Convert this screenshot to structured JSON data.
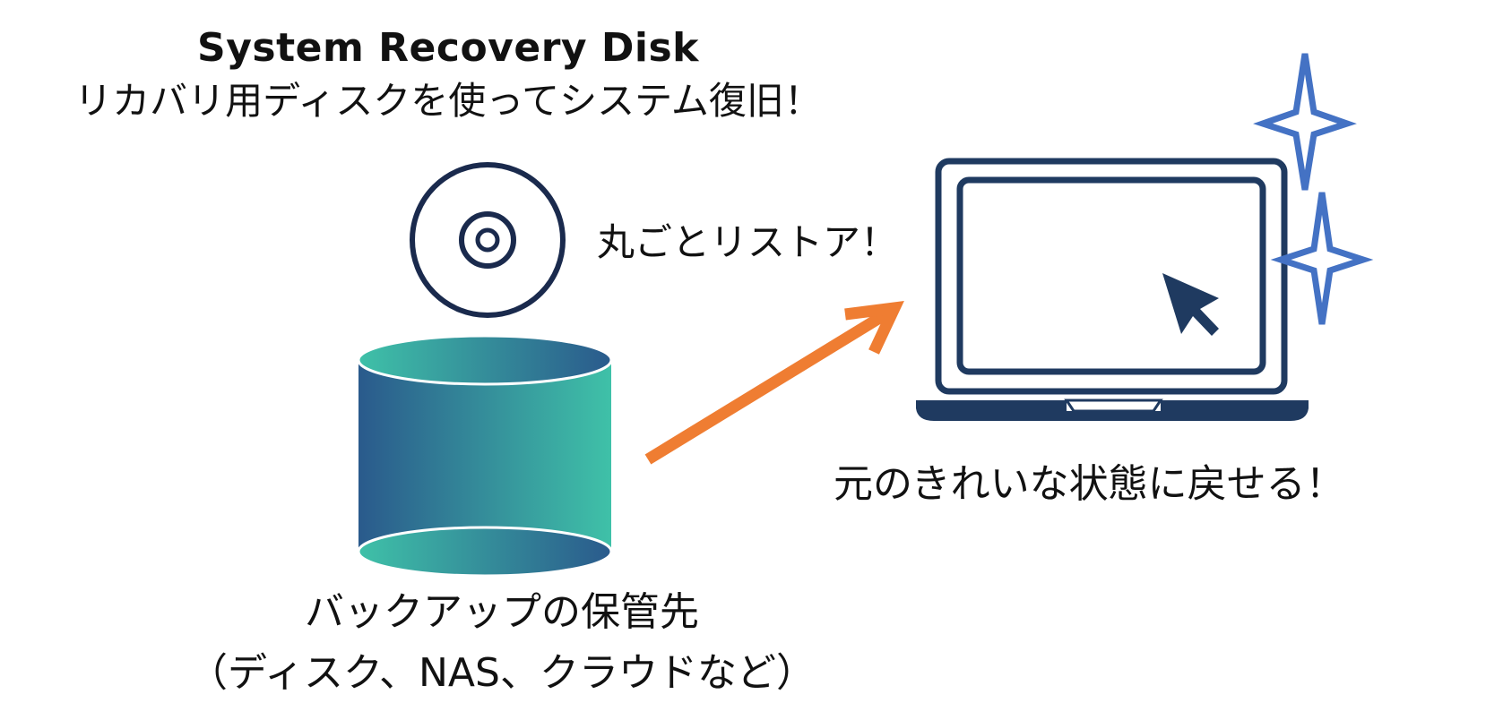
{
  "title": "System Recovery Disk",
  "subtitle": "リカバリ用ディスクを使ってシステム復旧！",
  "restore_label": "丸ごとリストア！",
  "clean_label": "元のきれいな状態に戻せる！",
  "backup_label": "バックアップの保管先",
  "backup_sub": "（ディスク、NAS、クラウドなど）",
  "icons": {
    "disc": "disc-icon",
    "cylinder": "storage-cylinder-icon",
    "arrow": "arrow-icon",
    "laptop": "laptop-icon",
    "cursor": "cursor-icon",
    "sparkle": "sparkle-icon"
  },
  "colors": {
    "navy": "#1a2a4d",
    "laptop_blue": "#1f3a60",
    "teal": "#3fc1a8",
    "blue": "#2a5a8c",
    "orange": "#ef7d32",
    "sparkle_blue": "#4472c4"
  }
}
